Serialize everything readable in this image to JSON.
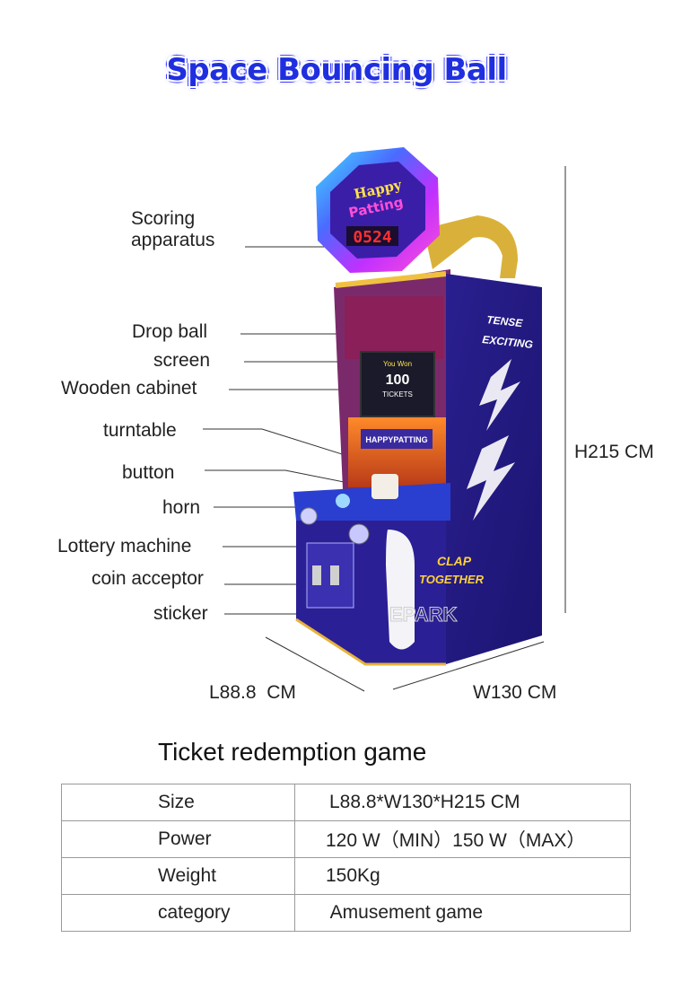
{
  "title": "Space Bouncing Ball",
  "machine": {
    "topper_line1": "Happy",
    "topper_line2": "Patting",
    "score_display": "0524",
    "screen_line1": "You Won",
    "screen_line2": "100",
    "screen_line3": "TICKETS",
    "marquee": "HAPPYPATTING",
    "side_text1": "TENSE",
    "side_text2": "EXCITING",
    "side_text3": "CLAP",
    "side_text4": "TOGETHER",
    "brand": "EPARK"
  },
  "labels": {
    "scoring_1": "Scoring",
    "scoring_2": "apparatus",
    "drop_ball": "Drop ball",
    "screen": "screen",
    "wooden_cabinet": "Wooden cabinet",
    "turntable": "turntable",
    "button": "button",
    "horn": "horn",
    "lottery_machine": "Lottery machine",
    "coin_acceptor": "coin acceptor",
    "sticker": "sticker"
  },
  "dimensions": {
    "height": "H215 CM",
    "length": "L88.8  CM",
    "width": "W130 CM"
  },
  "subtitle": "Ticket redemption game",
  "specs": [
    {
      "key": "Size",
      "value": "L88.8*W130*H215 CM"
    },
    {
      "key": "Power",
      "value": "120 W（MIN）150 W（MAX）"
    },
    {
      "key": "Weight",
      "value": "150Kg"
    },
    {
      "key": "category",
      "value": " Amusement game"
    }
  ],
  "colors": {
    "title_blue": "#1f2fe0",
    "cabinet_blue": "#2a1f8f",
    "cabinet_purple": "#3b2bb0",
    "gold_trim": "#e8b23a"
  }
}
